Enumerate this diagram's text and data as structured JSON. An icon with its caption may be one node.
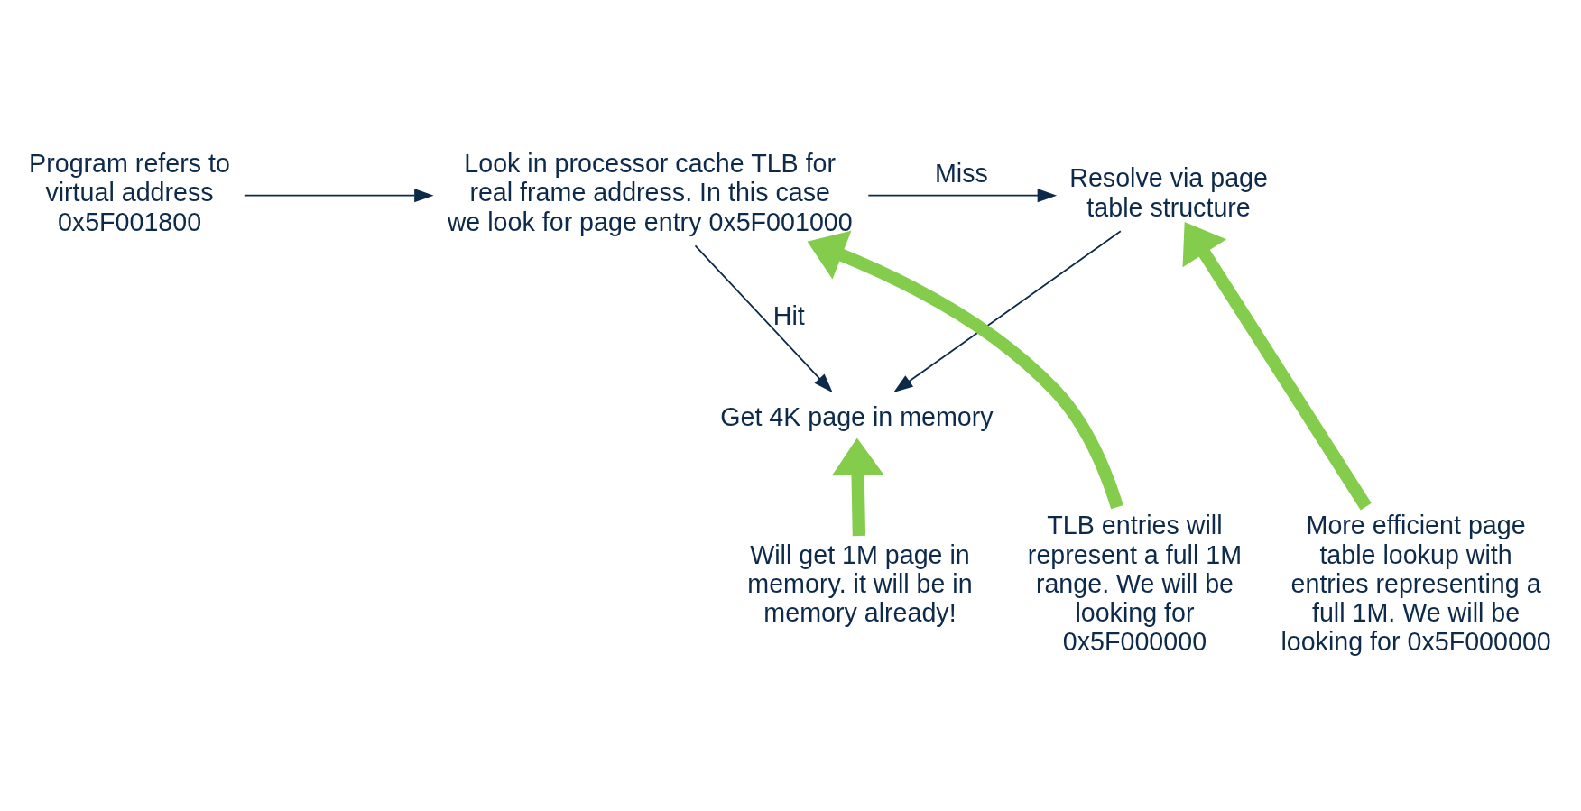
{
  "diagram": {
    "nodes": [
      {
        "text": [
          "Program refers to virtual address 0x5F001800"
        ]
      },
      {
        "text": [
          "Look in processor cache TLB for real frame address. In this case we look for page entry 0x5F001000"
        ]
      },
      {
        "text": [
          "Resolve via page table structure"
        ]
      },
      {
        "text": [
          "Get 4K page in memory"
        ]
      },
      {
        "text": [
          "TLB entries will represent a full 1M range. We will be looking for 0x5F000000"
        ]
      },
      {
        "text": [
          "Will get 1M page in memory. it will be in memory already!"
        ]
      },
      {
        "text": [
          "More efficient page table lookup with entries representing a full 1M. We will be looking for 0x5F000000"
        ]
      }
    ],
    "edges": [
      {
        "from": 0,
        "to": 1,
        "arrow": "to"
      },
      {
        "from": 1,
        "to": 2,
        "arrow": "to",
        "label": "Miss"
      },
      {
        "from": 1,
        "to": 3,
        "arrow": "to",
        "label": "Hit"
      },
      {
        "from": 2,
        "to": 3,
        "arrow": "to"
      },
      {
        "from": 4,
        "to": 1,
        "arrow": "to",
        "style": "thick",
        "color": "#84cc4c"
      },
      {
        "from": 5,
        "to": 3,
        "arrow": "to",
        "style": "thick",
        "color": "#84cc4c"
      },
      {
        "from": 6,
        "to": 2,
        "arrow": "to",
        "style": "thick",
        "color": "#84cc4c"
      }
    ]
  }
}
